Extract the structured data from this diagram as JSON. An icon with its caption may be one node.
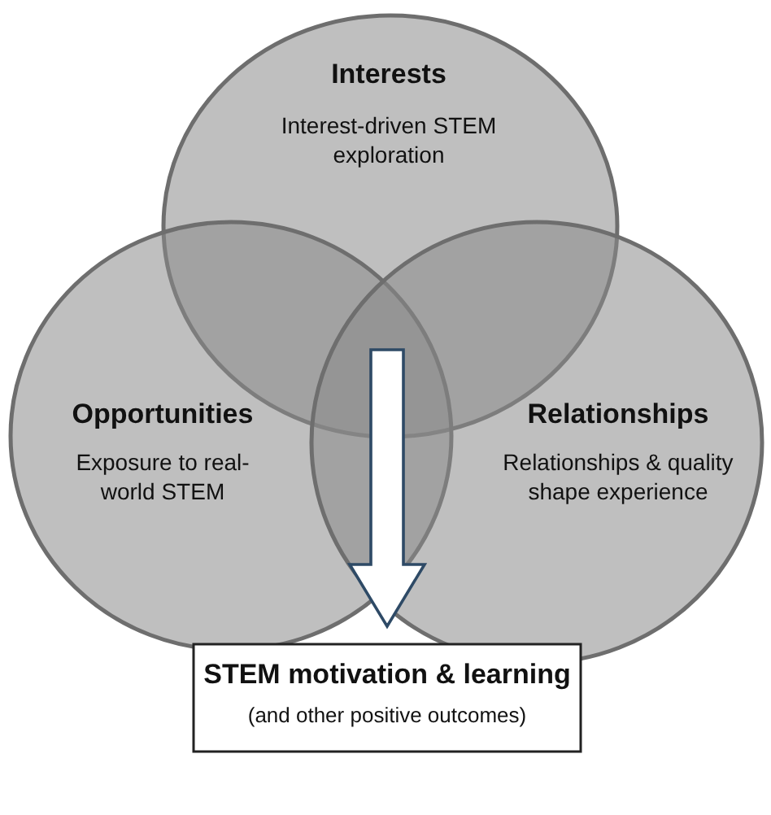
{
  "diagram": {
    "nodes": [
      {
        "text": [
          "Interests",
          "Interest-driven STEM exploration"
        ]
      },
      {
        "text": [
          "Opportunities",
          "Exposure to real-world STEM"
        ]
      },
      {
        "text": [
          "Relationships",
          "Relationships & quality shape experience"
        ]
      },
      {
        "text": [
          "STEM motivation & learning",
          "(and other positive outcomes)"
        ]
      }
    ],
    "edges": [
      {
        "from": null,
        "to": 3,
        "arrow": "to"
      }
    ]
  }
}
